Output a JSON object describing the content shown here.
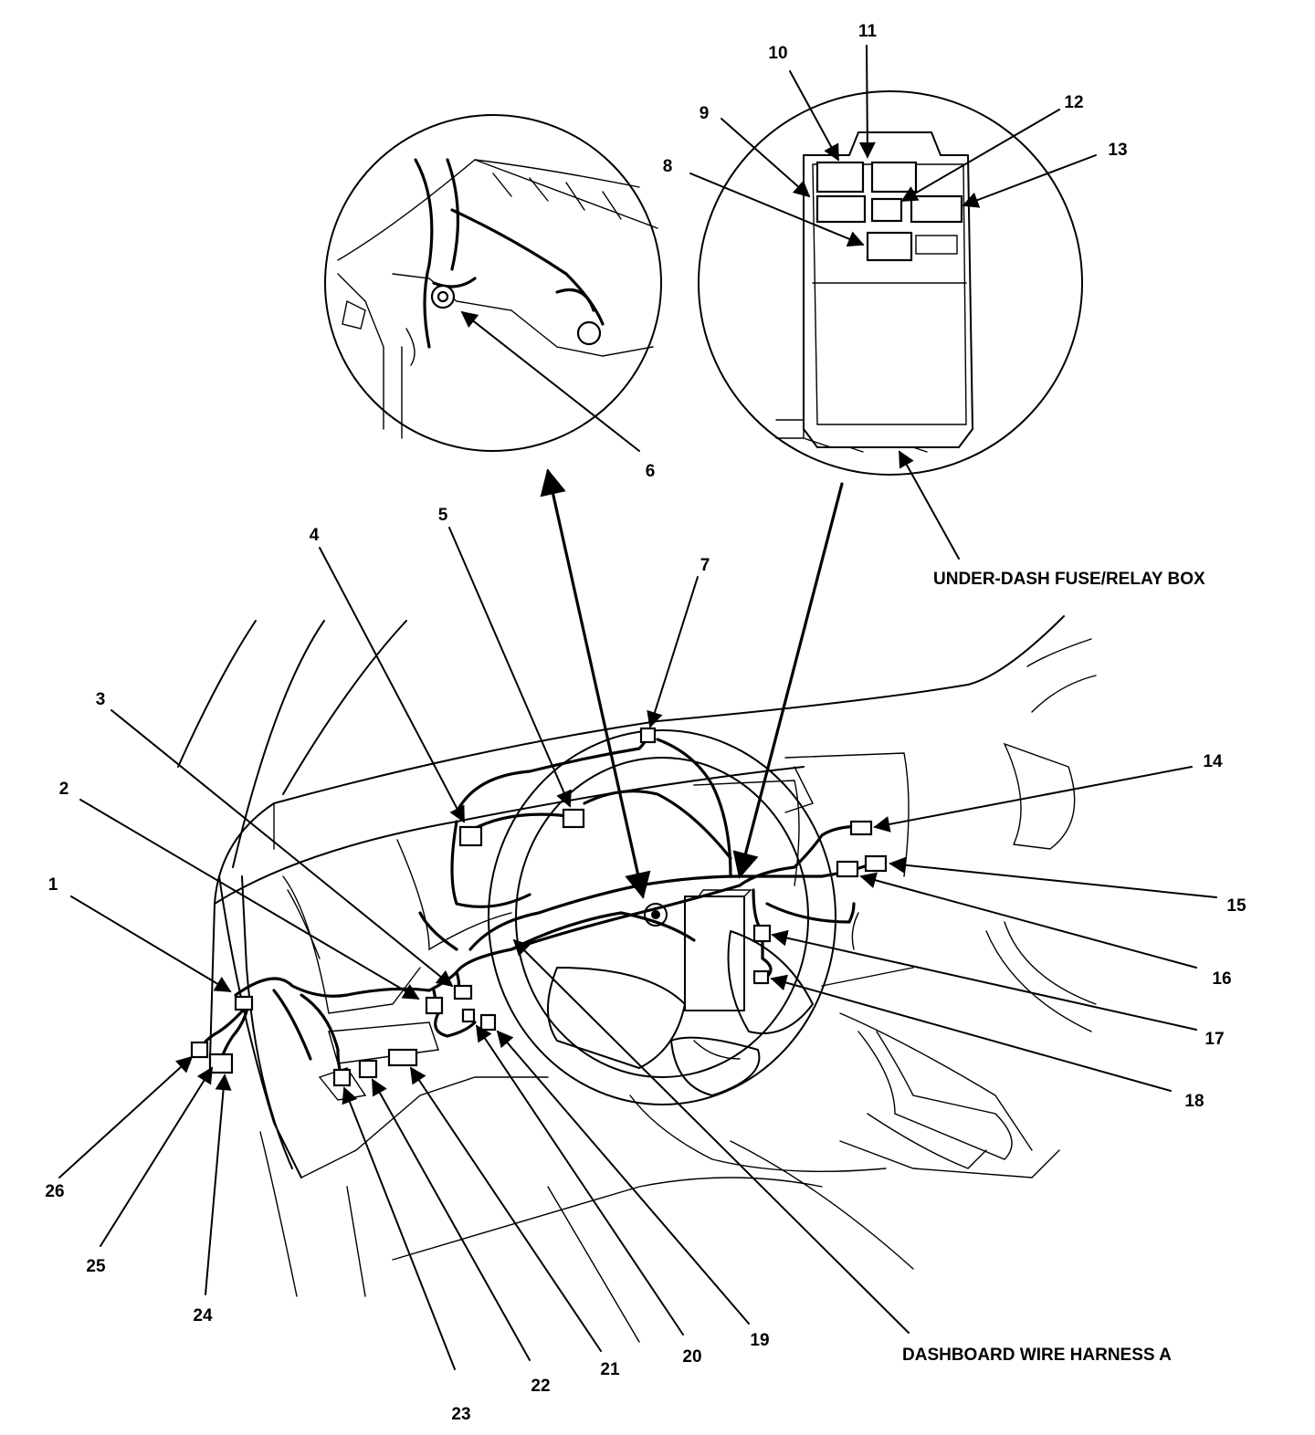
{
  "callouts": {
    "c1": "1",
    "c2": "2",
    "c3": "3",
    "c4": "4",
    "c5": "5",
    "c6": "6",
    "c7": "7",
    "c8": "8",
    "c9": "9",
    "c10": "10",
    "c11": "11",
    "c12": "12",
    "c13": "13",
    "c14": "14",
    "c15": "15",
    "c16": "16",
    "c17": "17",
    "c18": "18",
    "c19": "19",
    "c20": "20",
    "c21": "21",
    "c22": "22",
    "c23": "23",
    "c24": "24",
    "c25": "25",
    "c26": "26"
  },
  "labels": {
    "fuse_box": "UNDER-DASH FUSE/RELAY BOX",
    "harness": "DASHBOARD WIRE HARNESS A"
  }
}
